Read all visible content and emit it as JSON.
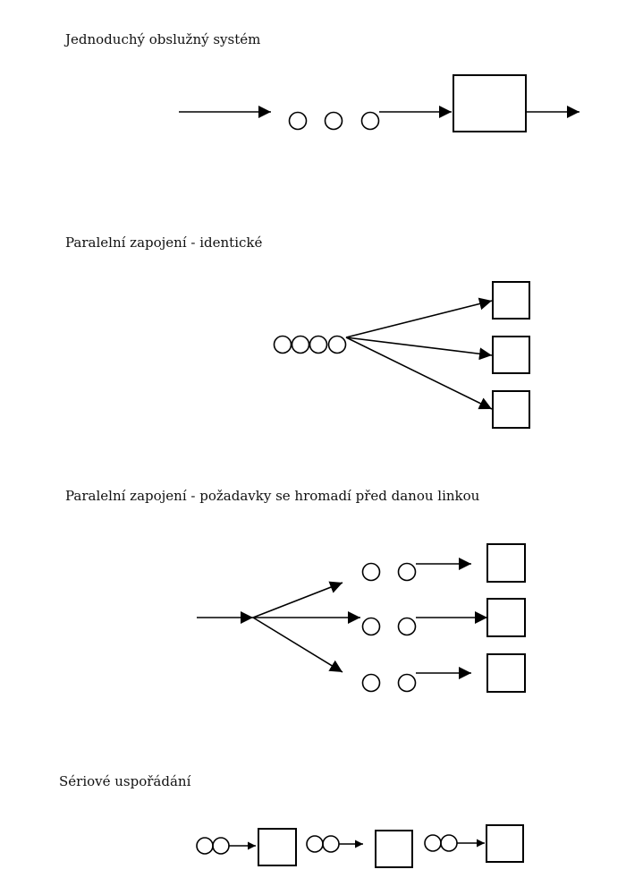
{
  "sections": [
    {
      "title": "Jednoduchý obslužný systém"
    },
    {
      "title": "Paralelní zapojení - identické"
    },
    {
      "title": "Paralelní zapojení - požadavky se hromadí před danou linkou"
    },
    {
      "title": "Sériové uspořádání"
    }
  ],
  "colors": {
    "stroke": "#000000",
    "text": "#111111",
    "background": "#ffffff"
  }
}
